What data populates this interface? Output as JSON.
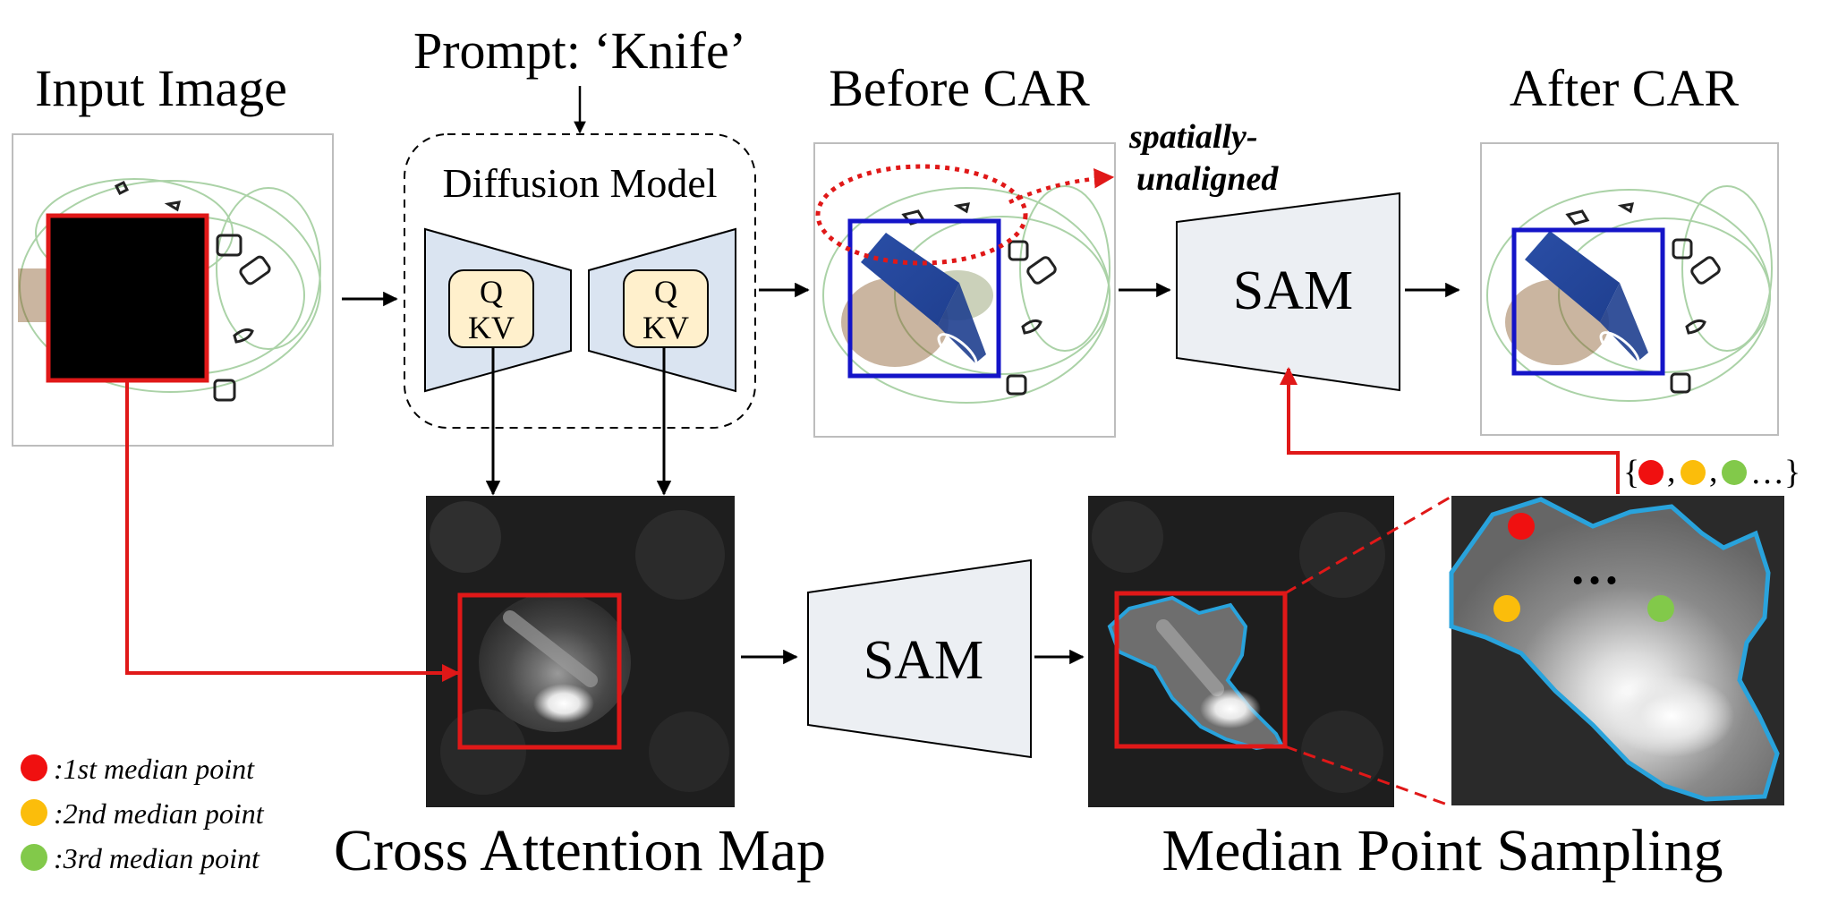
{
  "titles": {
    "prompt": "Prompt: ‘Knife’",
    "input_image": "Input Image",
    "before_car": "Before CAR",
    "after_car": "After CAR",
    "cross_attention_map": "Cross Attention Map",
    "median_point_sampling": "Median Point Sampling"
  },
  "diffusion": {
    "label": "Diffusion Model",
    "encoder_q": "Q",
    "encoder_kv": "KV",
    "decoder_q": "Q",
    "decoder_kv": "KV"
  },
  "sam": {
    "top_label": "SAM",
    "bottom_label": "SAM"
  },
  "annotation": {
    "line1": "spatially-",
    "line2": "unaligned"
  },
  "point_set": {
    "prefix": "{",
    "sep1": ",",
    "sep2": ",",
    "suffix": "…}"
  },
  "zoom": {
    "ellipsis": "…"
  },
  "legend": [
    {
      "text": ":1st median point",
      "color": "#f01010"
    },
    {
      "text": ":2nd median point",
      "color": "#fbbd0b"
    },
    {
      "text": ":3rd median point",
      "color": "#82c94a"
    }
  ],
  "colors": {
    "red_box": "#e01818",
    "blue_box": "#1414c8",
    "knife_blue": "#2d4fa3",
    "block_fill": "#dae4f1",
    "sam_fill": "#eceff3",
    "qkv_fill": "#fff0cc",
    "contour": "#29a3dc"
  }
}
